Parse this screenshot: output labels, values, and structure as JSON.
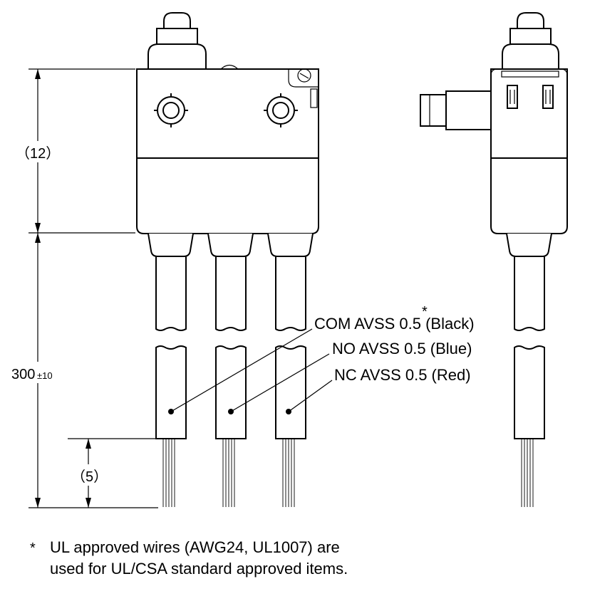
{
  "dimensions": {
    "body_height": "（12）",
    "wire_length_value": "300",
    "wire_length_tol": "±10",
    "strip_length": "（5）"
  },
  "wire_labels": {
    "asterisk": "*",
    "com": "COM AVSS 0.5 (Black)",
    "no": "NO AVSS 0.5 (Blue)",
    "nc": "NC AVSS 0.5 (Red)"
  },
  "footnote": {
    "mark": "*",
    "line1": "UL approved wires (AWG24, UL1007) are",
    "line2": "used for UL/CSA standard approved items."
  }
}
